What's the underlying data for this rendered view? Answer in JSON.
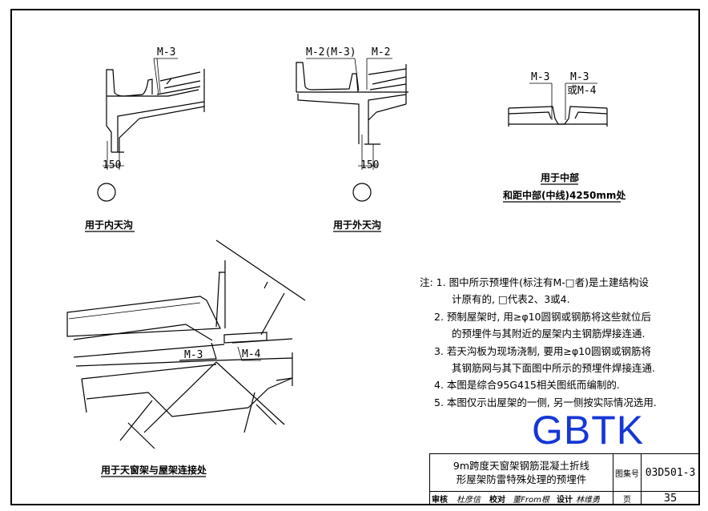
{
  "drawings": {
    "inner_gutter": {
      "labels": [
        "M-3"
      ],
      "dimension": "150",
      "caption": "用于内天沟"
    },
    "outer_gutter": {
      "labels": [
        "M-2(M-3)",
        "M-2"
      ],
      "dimension": "150",
      "caption": "用于外天沟"
    },
    "middle": {
      "labels": [
        "M-3",
        "M-3",
        "或M-4"
      ],
      "caption_line1": "用于中部",
      "caption_line2": "和距中部(中线)4250mm处"
    },
    "skylight_joint": {
      "labels": [
        "M-3",
        "M-4"
      ],
      "caption": "用于天窗架与屋架连接处"
    }
  },
  "notes": [
    "注: 1. 图中所示预埋件(标注有M-□者)是土建结构设",
    "计原有的, □代表2、3或4.",
    "2. 预制屋架时, 用≥φ10圆钢或钢筋将这些就位后",
    "的预埋件与其附近的屋架内主钢筋焊接连通.",
    "3. 若天沟板为现场浇制, 要用≥φ10圆钢或钢筋将",
    "其钢筋网与其下面图中所示的预埋件焊接连通.",
    "4. 本图是综合95G415相关图纸而编制的.",
    "5. 本图仅示出屋架的一侧, 另一侧按实际情况选用."
  ],
  "watermark": "GBTK",
  "title_block": {
    "title_line1": "9m跨度天窗架钢筋混凝土折线",
    "title_line2": "形屋架防雷特殊处理的预埋件",
    "atlas_no_label": "图集号",
    "atlas_no": "03D501-3",
    "review_label": "审核",
    "review_sign": "杜彦信",
    "check_label": "校对",
    "check_sign": "董From根",
    "design_label": "设计",
    "design_sign": "林维勇",
    "page_label": "页",
    "page_no": "35"
  }
}
